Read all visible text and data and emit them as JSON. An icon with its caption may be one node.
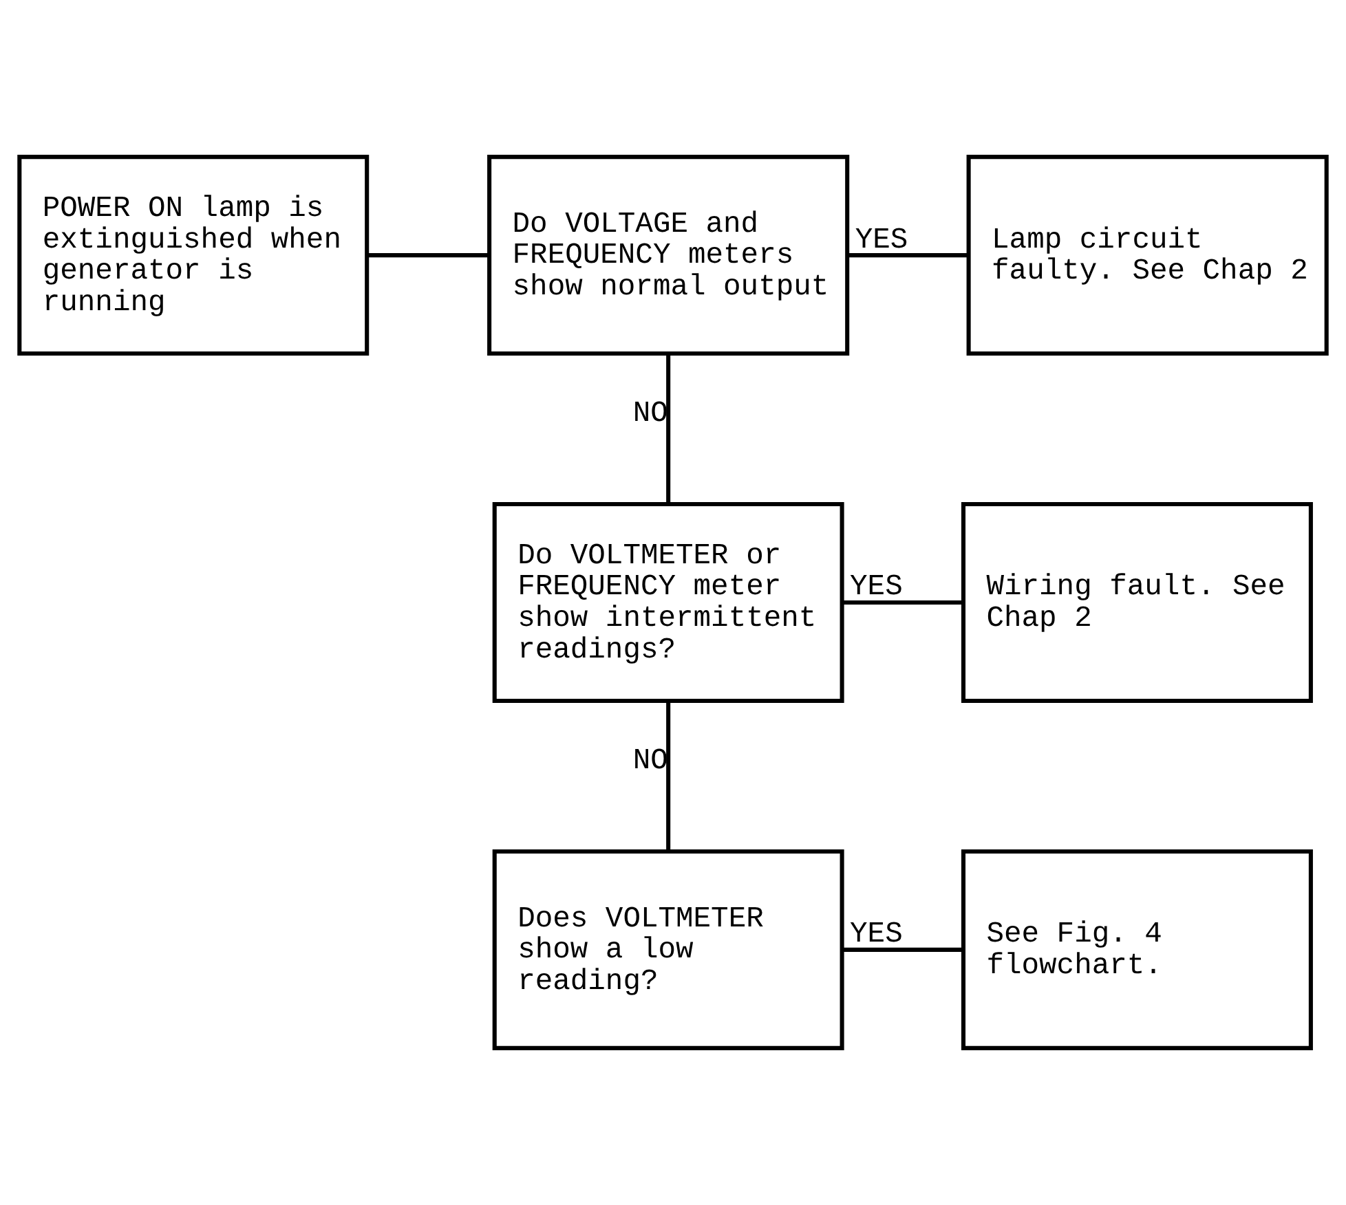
{
  "diagram": {
    "nodes": [
      {
        "text": [
          "POWER ON lamp is extinguished when generator is running"
        ]
      },
      {
        "text": [
          "Do VOLTAGE and FREQUENCY meters show normal output"
        ]
      },
      {
        "text": [
          "Lamp circuit faulty. See Chap 2"
        ]
      },
      {
        "text": [
          "Do VOLTMETER or FREQUENCY meter show intermittent readings?"
        ]
      },
      {
        "text": [
          "Wiring fault. See Chap 2"
        ]
      },
      {
        "text": [
          "Does VOLTMETER show a low reading?"
        ]
      },
      {
        "text": [
          "See Fig. 4 flowchart."
        ]
      }
    ],
    "edges": [
      {
        "from": 0,
        "to": 1,
        "arrow": "none"
      },
      {
        "from": 1,
        "to": 2,
        "arrow": "none",
        "label": "YES"
      },
      {
        "from": 1,
        "to": 3,
        "arrow": "none",
        "label": "NO"
      },
      {
        "from": 3,
        "to": 4,
        "arrow": "none",
        "label": "YES"
      },
      {
        "from": 3,
        "to": 5,
        "arrow": "none",
        "label": "NO"
      },
      {
        "from": 5,
        "to": 6,
        "arrow": "none",
        "label": "YES"
      }
    ]
  }
}
